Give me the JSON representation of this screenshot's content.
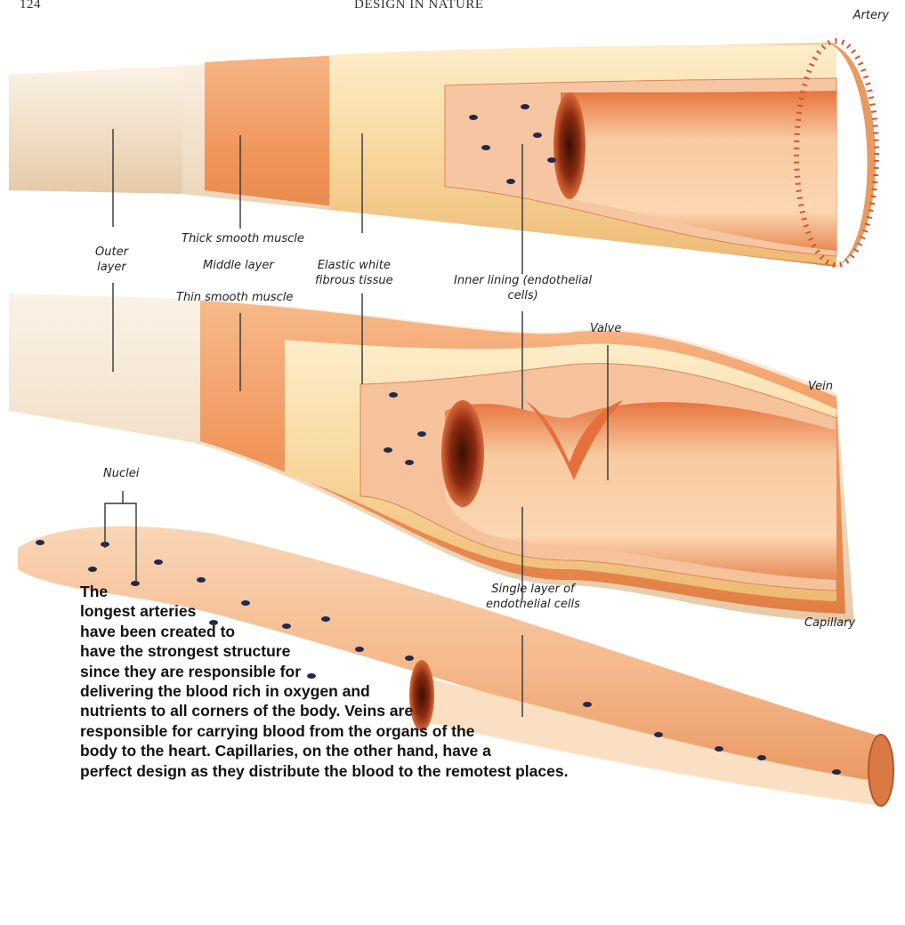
{
  "header": {
    "page_number": "124",
    "running_title": "DESIGN IN NATURE"
  },
  "vessels": {
    "artery": "Artery",
    "vein": "Vein",
    "capillary": "Capillary"
  },
  "labels": {
    "outer_layer": "Outer\nlayer",
    "thick_smooth_muscle": "Thick smooth muscle",
    "middle_layer": "Middle layer",
    "thin_smooth_muscle": "Thin smooth muscle",
    "elastic_tissue": "Elastic white\nfibrous tissue",
    "inner_lining": "Inner lining (endothelial\ncells)",
    "valve": "Valve",
    "nuclei": "Nuclei",
    "single_layer": "Single layer of\nendothelial cells"
  },
  "caption": {
    "lines": [
      "The",
      "longest arteries",
      "have been created to",
      "have the strongest structure",
      "since they are responsible for",
      "delivering the blood rich in oxygen and",
      "nutrients to all corners of the body. Veins are",
      "responsible for carrying blood from the organs of the",
      "body to the heart. Capillaries, on the other hand, have a",
      "perfect design as they distribute the blood to the remotest places."
    ]
  },
  "colors": {
    "outer": "#f3e5d2",
    "tissue": "#f2a877",
    "muscle": "#ef9a5d",
    "elastic": "#f9d79d",
    "lumen": "#f6c799",
    "lumen_dark": "#c4441d",
    "nucleus": "#2b2f4a"
  }
}
